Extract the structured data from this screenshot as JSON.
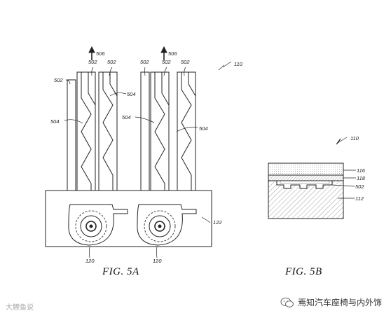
{
  "figure_5a": {
    "caption": "FIG. 5A",
    "ref_110": "110",
    "ref_502": "502",
    "ref_504": "504",
    "ref_506": "506",
    "ref_120": "120",
    "ref_122": "122"
  },
  "figure_5b": {
    "caption": "FIG. 5B",
    "ref_110": "110",
    "ref_116": "116",
    "ref_118": "118",
    "ref_502": "502",
    "ref_112": "112"
  },
  "watermark": {
    "left_text": "大鲤鱼说",
    "right_text": "焉知汽车座椅与内外饰"
  }
}
